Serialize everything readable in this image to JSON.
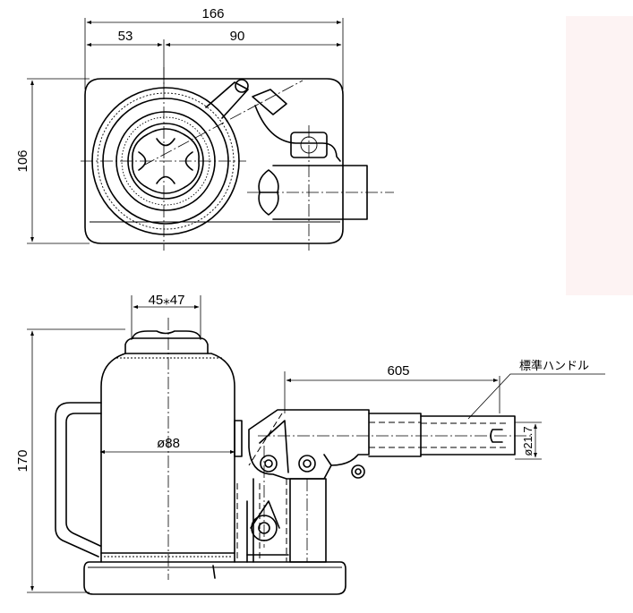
{
  "dimensions": {
    "top_width": "166",
    "top_left": "53",
    "top_right": "90",
    "top_height": "106",
    "saddle": "45⁎47",
    "body_diameter": "ø88",
    "height": "170",
    "handle_length": "605",
    "handle_diameter": "ø21.7"
  },
  "labels": {
    "standard_handle": "標準ハンドル"
  },
  "colors": {
    "line": "#000000",
    "panel": "#fdf3f3"
  }
}
